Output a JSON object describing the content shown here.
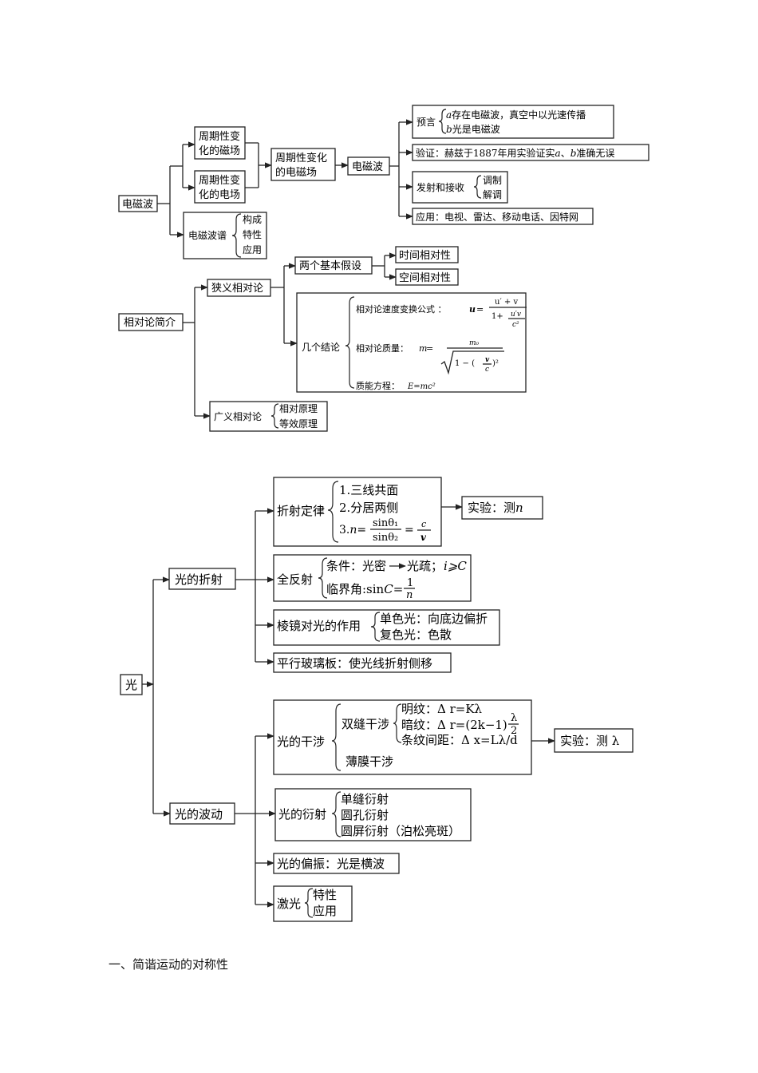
{
  "em": {
    "root": "电磁波",
    "periodic_magnetic_1": "周期性变",
    "periodic_magnetic_2": "化的磁场",
    "periodic_electric_1": "周期性变",
    "periodic_electric_2": "化的电场",
    "periodic_em_field_1": "周期性变化",
    "periodic_em_field_2": "的电磁场",
    "em_wave": "电磁波",
    "spectrum": "电磁波谱",
    "spectrum_items": [
      "构成",
      "特性",
      "应用"
    ],
    "predict_label": "预言",
    "predict_a_var": "a",
    "predict_a_text": "存在电磁波，真空中以光速传播",
    "predict_b_var": "b",
    "predict_b_text": "光是电磁波",
    "verify_1": "验证：赫兹于1887年用实验证实",
    "verify_a": "a",
    "verify_sep": "、",
    "verify_b": "b",
    "verify_2": "准确无误",
    "emit_receive": "发射和接收",
    "emit_items": [
      "调制",
      "解调"
    ],
    "application": "应用：电视、雷达、移动电话、因特网"
  },
  "relativity": {
    "root": "相对论简介",
    "special": "狭义相对论",
    "postulates": "两个基本假设",
    "time": "时间相对性",
    "space": "空间相对性",
    "conclusions": "几个结论",
    "velocity_label": "相对论速度变换公式 ：",
    "velocity_var": "u",
    "velocity_eq": "=",
    "velocity_num": "u′ + v",
    "velocity_den_1": "1+",
    "velocity_den_frac_num": "u′v",
    "velocity_den_frac_den": "c²",
    "mass_label": "相对论质量：",
    "mass_var": "m",
    "mass_eq": "=",
    "mass_num": "m₀",
    "mass_den_1": "1 − (",
    "mass_den_v": "v",
    "mass_den_c": "c",
    "mass_den_2": ")²",
    "energy_label": "质能方程：",
    "energy_formula": "E=mc²",
    "general": "广义相对论",
    "general_items": [
      "相对原理",
      "等效原理"
    ]
  },
  "light": {
    "root": "光",
    "refraction": "光的折射",
    "law": "折射定律",
    "law_item_1": "1.三线共面",
    "law_item_2": "2.分居两侧",
    "law_item_3_a": "3.",
    "law_item_3_n": "n",
    "law_item_3_b": "=",
    "sin1": "sinθ₁",
    "sin2": "sinθ₂",
    "law_eq": "=",
    "law_c": "c",
    "law_v": "v",
    "exp_n_1": "实验：测",
    "exp_n_var": "n",
    "tir": "全反射",
    "tir_cond": "条件：光密",
    "tir_cond_2": "光疏；",
    "tir_ineq": "i⩾C",
    "tir_crit": "临界角:sin",
    "tir_crit_c": "C",
    "tir_crit_eq": "=",
    "tir_one": "1",
    "tir_n": "n",
    "prism": "棱镜对光的作用",
    "prism_items": [
      "单色光：向底边偏折",
      "复色光：色散"
    ],
    "slab": "平行玻璃板：使光线折射侧移",
    "wave": "光的波动",
    "interference": "光的干涉",
    "double_slit": "双缝干涉",
    "bright": "明纹：Δ r=Kλ",
    "dark": "暗纹：Δ r=(2k−1)",
    "dark_lambda": "λ",
    "dark_two": "2",
    "spacing": "条纹间距：Δ x=Lλ/d",
    "thin_film": "薄膜干涉",
    "exp_lambda": "实验：测 λ",
    "diffraction": "光的衍射",
    "diffraction_items": [
      "单缝衍射",
      "圆孔衍射",
      "圆屏衍射（泊松亮斑）"
    ],
    "polarization": "光的偏振：光是横波",
    "laser": "激光",
    "laser_items": [
      "特性",
      "应用"
    ]
  },
  "section_title": "一、简谐运动的对称性"
}
